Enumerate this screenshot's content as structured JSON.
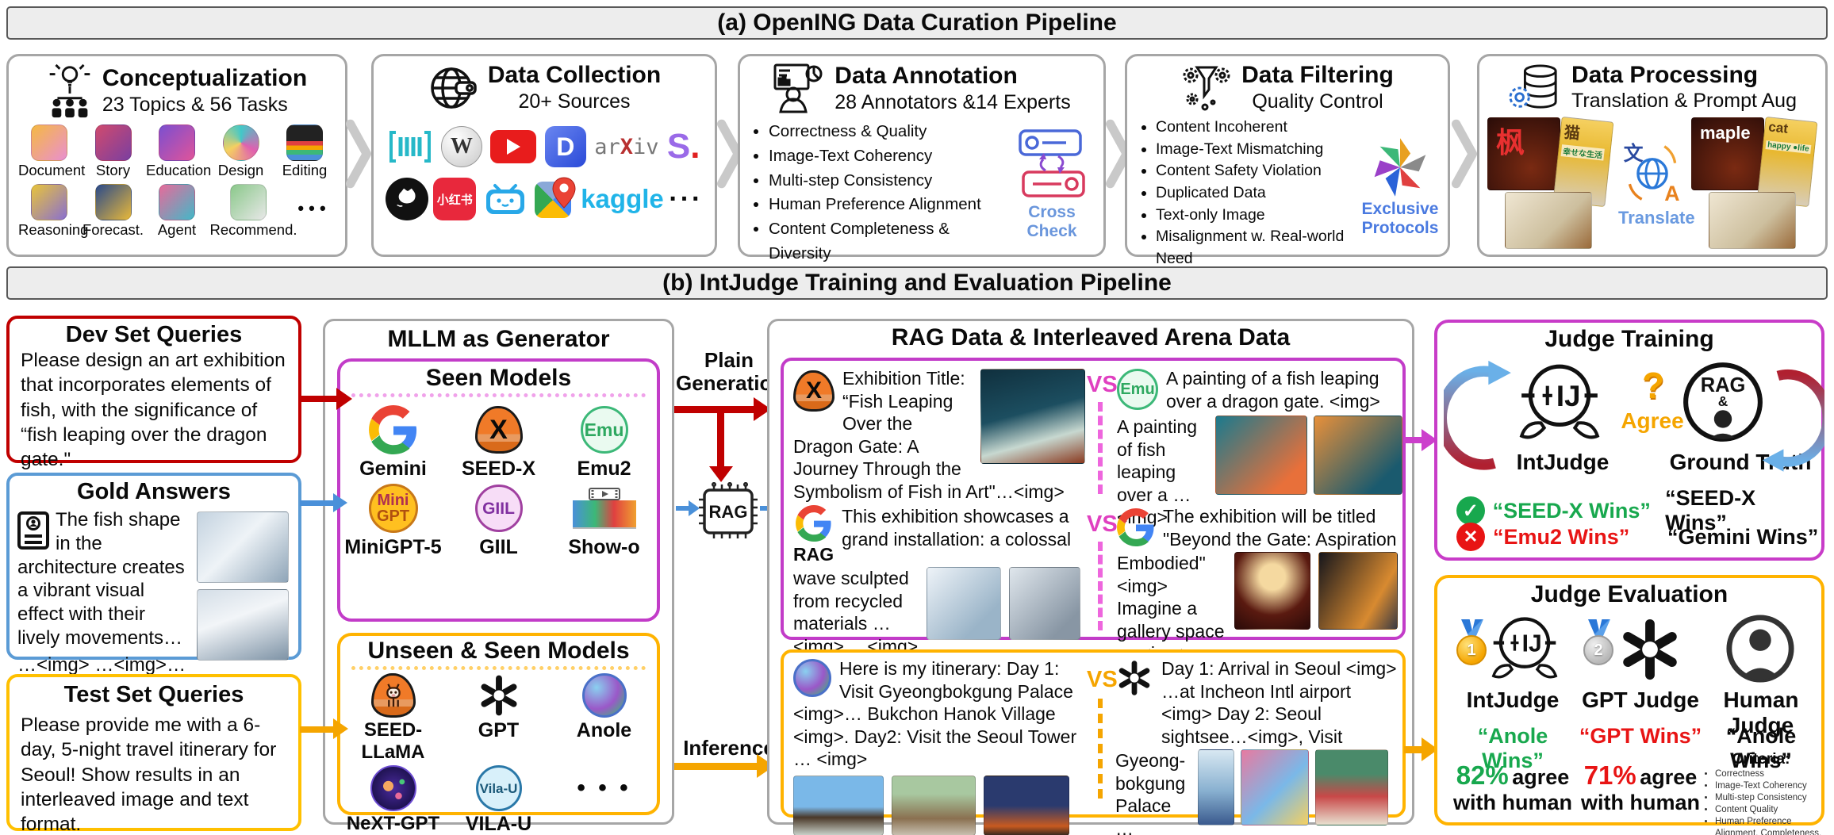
{
  "a": {
    "banner": "(a) OpenING Data Curation Pipeline",
    "p1": {
      "title": "Conceptualization",
      "sub": "23 Topics & 56 Tasks",
      "r1": [
        "Document",
        "Story",
        "Education",
        "Design",
        "Editing"
      ],
      "r2": [
        "Reasoning",
        "Forecast.",
        "Agent",
        "Recommend."
      ],
      "more": "• • •"
    },
    "p2": {
      "title": "Data Collection",
      "sub": "20+ Sources",
      "arxiv_ar": "ar",
      "arxiv_x": "X",
      "arxiv_iv": "iv",
      "s": "S",
      "sdot": ".",
      "xhs": "小红书",
      "kaggle": "kaggle",
      "more": "···"
    },
    "p3": {
      "title": "Data Annotation",
      "sub": "28 Annotators &14 Experts",
      "b": [
        "Correctness & Quality",
        "Image-Text Coherency",
        "Multi-step Consistency",
        "Human Preference Alignment",
        "Content Completeness & Diversity"
      ],
      "badge": "Cross Check"
    },
    "p4": {
      "title": "Data Filtering",
      "sub": "Quality Control",
      "b": [
        "Content Incoherent",
        "Image-Text Mismatching",
        "Content Safety Violation",
        "Duplicated Data",
        "Text-only Image",
        "Misalignment w. Real-world Need"
      ],
      "badge1": "Exclusive",
      "badge2": "Protocols"
    },
    "p5": {
      "title": "Data Processing",
      "sub": "Translation & Prompt Aug",
      "translate": "Translate",
      "b1": "枫",
      "b2": "猫",
      "b3": "幸せな生活",
      "a1": "maple",
      "a2": "cat",
      "a3": "happy ●life"
    }
  },
  "b": {
    "banner": "(b) IntJudge Training and Evaluation Pipeline",
    "dev": {
      "title": "Dev Set Queries",
      "body": "Please design an art exhibition that incorporates elements of fish, with the significance of “fish leaping over the dragon gate.\""
    },
    "gold": {
      "title": "Gold Answers",
      "body": "The fish shape in the architecture creates a vibrant visual effect with their lively movements…",
      "tokens": "…<img> …<img>…"
    },
    "test": {
      "title": "Test Set Queries",
      "body": "Please provide me with a 6-day, 5-night travel itinerary for Seoul! Show results in an interleaved image and text format."
    },
    "gen": {
      "title": "MLLM as Generator",
      "seen": "Seen Models",
      "unseen": "Unseen & Seen Models",
      "m": {
        "gemini": "Gemini",
        "seedx": "SEED-X",
        "emu2": "Emu2",
        "minigpt": "MiniGPT-5",
        "giil": "GIIL",
        "showo": "Show-o",
        "seedllama": "SEED-LLaMA",
        "gpt": "GPT",
        "anole": "Anole",
        "nextgpt": "NeXT-GPT",
        "vilau": "VILA-U",
        "more": "• • •"
      },
      "ic": {
        "emu": "Emu",
        "mini": "Mini",
        "gpt": "GPT",
        "giil": "GIIL",
        "show": "Show",
        "vila": "Vila-U"
      }
    },
    "con": {
      "plain": "Plain Generation",
      "rag": "RAG",
      "inference": "Inference"
    },
    "arena": {
      "title": "RAG Data & Interleaved Arena Data",
      "vs": "VS",
      "q1": {
        "t": "Exhibition Title: “Fish Leaping Over the Dragon Gate: A Journey Through the Symbolism of Fish in Art\"…<img>"
      },
      "q2": {
        "ta": "A painting of a fish leaping over a dragon gate. <img>",
        "tb": "A painting of  fish leaping over a … <img>"
      },
      "q3": {
        "rag": "RAG",
        "ta": "This exhibition showcases a grand installation: a colossal",
        "tb": "wave sculpted from recycled materials …<img> …<img>"
      },
      "q4": {
        "ta": "The exhibition will be titled \"Beyond the Gate: Aspiration",
        "tb": "Embodied\" <img> Imagine a gallery space … <img>"
      },
      "il": {
        "t": "Here is my itinerary: Day 1: Visit Gyeongbokgung Palace <img>… Bukchon Hanok Village <img>. Day2: Visit the Seoul Tower … <img>"
      },
      "ir": {
        "ta": "Day 1: Arrival in Seoul <img> …at Incheon Intl airport <img> Day 2: Seoul sightsee…<img>, Visit",
        "tb": "Gyeong-bokgung Palace … <img>…"
      }
    },
    "jt": {
      "title": "Judge Training",
      "ij": "IJ",
      "name_l": "IntJudge",
      "q": "?",
      "agree": "Agree",
      "rag": "RAG",
      "amp": "&",
      "name_r": "Ground Truth",
      "r1l": "“SEED-X Wins”",
      "r1r": "“SEED-X Wins”",
      "r2l": "“Emu2 Wins”",
      "r2r": "“Gemini Wins”"
    },
    "je": {
      "title": "Judge Evaluation",
      "c1": {
        "name": "IntJudge",
        "verdict": "“Anole Wins”",
        "pct": "82%",
        "agree": "agree",
        "l2": "with human"
      },
      "c2": {
        "name": "GPT Judge",
        "verdict": "“GPT Wins”",
        "pct": "71%",
        "agree": "agree",
        "l2": "with human"
      },
      "c3": {
        "name": "Human Judge",
        "verdict": "“Anole Wins”",
        "ct": "Criteria:",
        "cr": [
          "Correctness",
          "Image-Text Coherency",
          "Multi-step Consistency",
          "Content Quality",
          "Human Preference Alignment, Completeness, and Content Richness"
        ]
      }
    }
  }
}
